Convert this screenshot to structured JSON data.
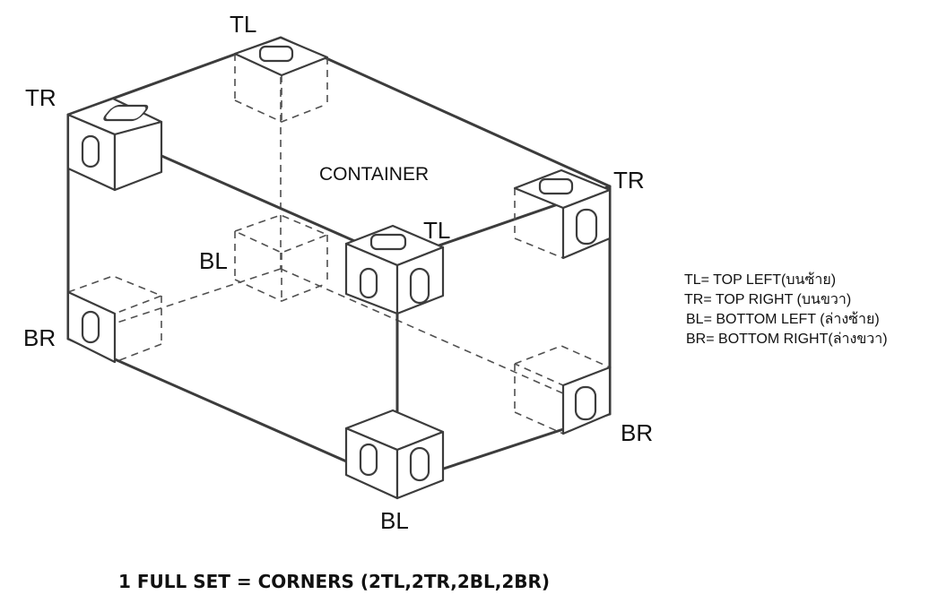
{
  "title": "CONTAINER",
  "corner_labels": {
    "top_back_tl": "TL",
    "top_left_tr": "TR",
    "top_right_tr": "TR",
    "top_front_tl": "TL",
    "mid_bl": "BL",
    "bottom_left_br": "BR",
    "bottom_right_br": "BR",
    "bottom_front_bl": "BL"
  },
  "legend": [
    "TL= TOP LEFT(บนซ้าย)",
    "TR= TOP RIGHT (บนขวา)",
    "BL= BOTTOM LEFT (ล่างซ้าย)",
    "BR= BOTTOM RIGHT(ล่างขวา)"
  ],
  "footer": "1 FULL SET = CORNERS (2TL,2TR,2BL,2BR)"
}
